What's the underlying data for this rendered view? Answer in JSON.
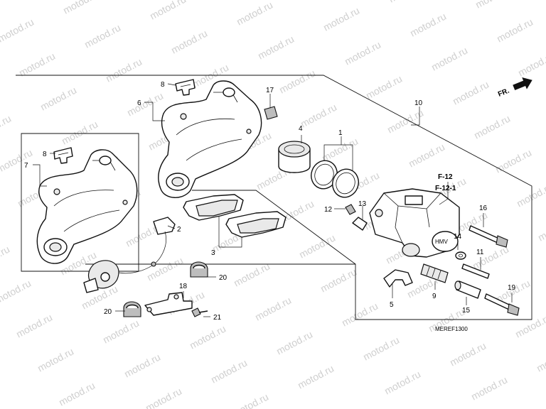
{
  "watermark": "motod.ru",
  "figure_code": "MEREF1300",
  "direction": {
    "label": "FR."
  },
  "references": [
    "F-12",
    "F-12-1"
  ],
  "callouts": {
    "c1": "1",
    "c2": "2",
    "c3": "3",
    "c4": "4",
    "c5": "5",
    "c6": "6",
    "c7": "7",
    "c8a": "8",
    "c8b": "8",
    "c9": "9",
    "c10": "10",
    "c11": "11",
    "c12": "12",
    "c13": "13",
    "c14": "14",
    "c15": "15",
    "c16": "16",
    "c17": "17",
    "c18": "18",
    "c19": "19",
    "c20a": "20",
    "c20b": "20",
    "c21": "21"
  }
}
